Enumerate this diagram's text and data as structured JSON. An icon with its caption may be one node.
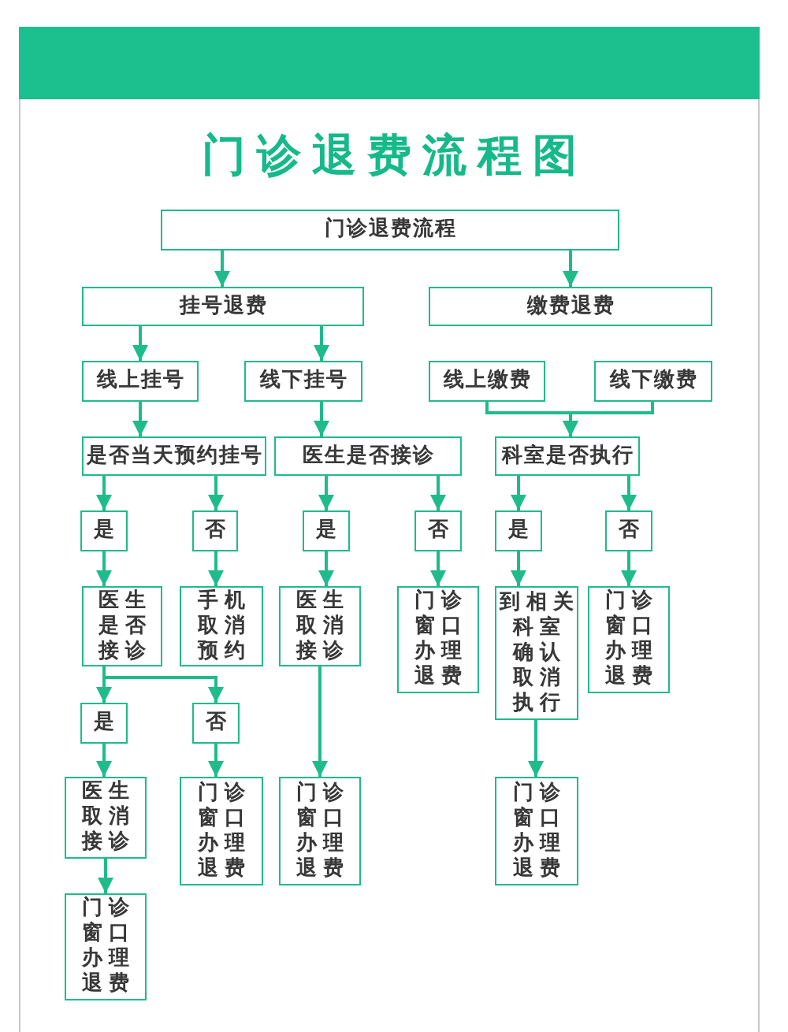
{
  "diagram": {
    "title": "门诊退费流程图",
    "nodes": [
      {
        "text": [
          "门诊退费流程"
        ]
      },
      {
        "text": [
          "挂号退费"
        ]
      },
      {
        "text": [
          "缴费退费"
        ]
      },
      {
        "text": [
          "线上挂号"
        ]
      },
      {
        "text": [
          "线下挂号"
        ]
      },
      {
        "text": [
          "线上缴费"
        ]
      },
      {
        "text": [
          "线下缴费"
        ]
      },
      {
        "text": [
          "是否当天预约挂号"
        ]
      },
      {
        "text": [
          "医生是否接诊"
        ]
      },
      {
        "text": [
          "科室是否执行"
        ]
      },
      {
        "text": [
          "是"
        ]
      },
      {
        "text": [
          "否"
        ]
      },
      {
        "text": [
          "是"
        ]
      },
      {
        "text": [
          "否"
        ]
      },
      {
        "text": [
          "是"
        ]
      },
      {
        "text": [
          "否"
        ]
      },
      {
        "text": [
          "医生是否接诊"
        ]
      },
      {
        "text": [
          "手机取消预约"
        ]
      },
      {
        "text": [
          "医生取消接诊"
        ]
      },
      {
        "text": [
          "门诊窗口办理退费"
        ]
      },
      {
        "text": [
          "到相关科室确认取消执行"
        ]
      },
      {
        "text": [
          "门诊窗口办理退费"
        ]
      },
      {
        "text": [
          "是"
        ]
      },
      {
        "text": [
          "否"
        ]
      },
      {
        "text": [
          "医生取消接诊"
        ]
      },
      {
        "text": [
          "门诊窗口办理退费"
        ]
      },
      {
        "text": [
          "门诊窗口办理退费"
        ]
      },
      {
        "text": [
          "门诊窗口办理退费"
        ]
      },
      {
        "text": [
          "门诊窗口办理退费"
        ]
      }
    ],
    "edges": [
      {
        "from": 0,
        "to": 1,
        "arrow": "to"
      },
      {
        "from": 0,
        "to": 2,
        "arrow": "to"
      },
      {
        "from": 1,
        "to": 3,
        "arrow": "to"
      },
      {
        "from": 1,
        "to": 4,
        "arrow": "to"
      },
      {
        "from": 3,
        "to": 7,
        "arrow": "to"
      },
      {
        "from": 4,
        "to": 8,
        "arrow": "to"
      },
      {
        "from": 5,
        "to": 9,
        "arrow": "to"
      },
      {
        "from": 6,
        "to": 9,
        "arrow": "to"
      },
      {
        "from": 7,
        "to": 10,
        "arrow": "to"
      },
      {
        "from": 7,
        "to": 11,
        "arrow": "to"
      },
      {
        "from": 8,
        "to": 12,
        "arrow": "to"
      },
      {
        "from": 8,
        "to": 13,
        "arrow": "to"
      },
      {
        "from": 9,
        "to": 14,
        "arrow": "to"
      },
      {
        "from": 9,
        "to": 15,
        "arrow": "to"
      },
      {
        "from": 10,
        "to": 16,
        "arrow": "to"
      },
      {
        "from": 11,
        "to": 17,
        "arrow": "to"
      },
      {
        "from": 12,
        "to": 18,
        "arrow": "to"
      },
      {
        "from": 13,
        "to": 19,
        "arrow": "to"
      },
      {
        "from": 14,
        "to": 20,
        "arrow": "to"
      },
      {
        "from": 15,
        "to": 21,
        "arrow": "to"
      },
      {
        "from": 16,
        "to": 22,
        "arrow": "to"
      },
      {
        "from": 16,
        "to": 23,
        "arrow": "to"
      },
      {
        "from": 18,
        "to": 26,
        "arrow": "to"
      },
      {
        "from": 20,
        "to": 27,
        "arrow": "to"
      },
      {
        "from": 22,
        "to": 24,
        "arrow": "to"
      },
      {
        "from": 23,
        "to": 25,
        "arrow": "to"
      },
      {
        "from": 24,
        "to": 28,
        "arrow": "to"
      }
    ]
  }
}
